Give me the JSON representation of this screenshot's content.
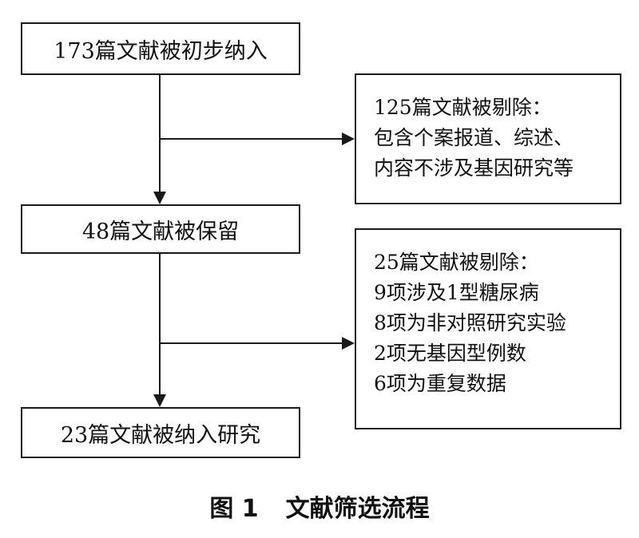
{
  "flow": {
    "step1": "173篇文献被初步纳入",
    "step2": "48篇文献被保留",
    "step3": "23篇文献被纳入研究",
    "exclusion1": {
      "heading": "125篇文献被剔除：",
      "lines": [
        "包含个案报道、综述、",
        "内容不涉及基因研究等"
      ]
    },
    "exclusion2": {
      "heading": "25篇文献被剔除：",
      "lines": [
        "9项涉及1型糖尿病",
        "8项为非对照研究实验",
        "2项无基因型例数",
        "6项为重复数据"
      ]
    }
  },
  "caption": {
    "figure_no": "图 1",
    "title": "文献筛选流程"
  }
}
